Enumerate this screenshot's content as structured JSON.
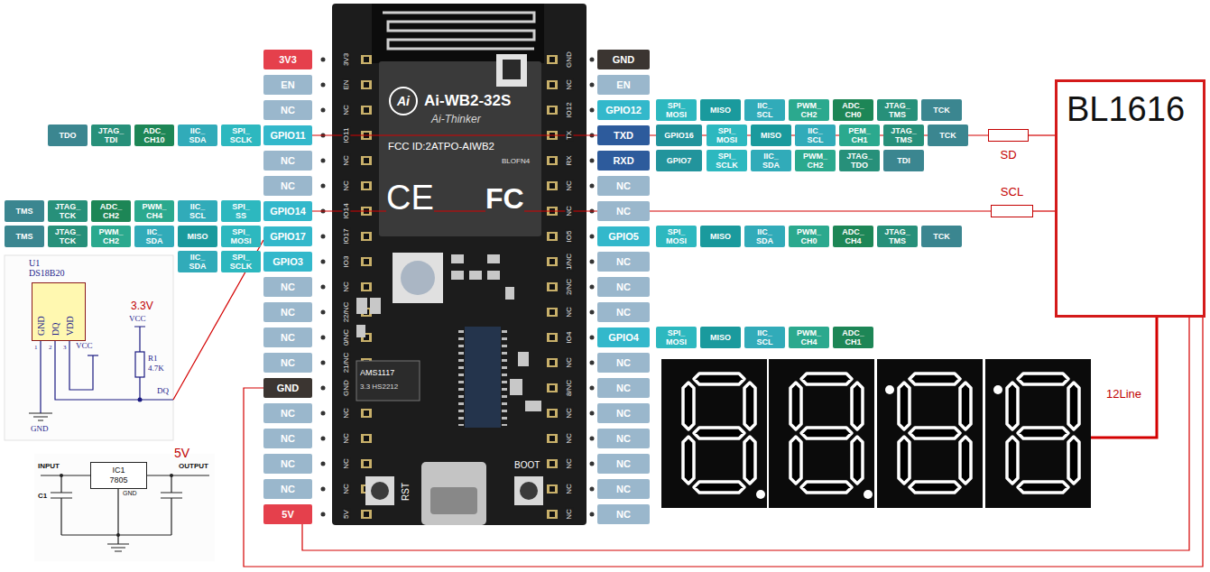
{
  "diagram": {
    "nodes": [
      {
        "text": [
          "3V3"
        ]
      },
      {
        "text": [
          "GND"
        ]
      },
      {
        "text": [
          "EN"
        ]
      },
      {
        "text": [
          "EN"
        ]
      },
      {
        "text": [
          "BL1616"
        ]
      },
      {
        "text": [
          "NC"
        ]
      },
      {
        "text": [
          "GPIO12"
        ]
      },
      {
        "text": [
          "SPI_ MOSI"
        ]
      },
      {
        "text": [
          "MISO"
        ]
      },
      {
        "text": [
          "IIC_ SCL"
        ]
      },
      {
        "text": [
          "PWM_ CH2"
        ]
      },
      {
        "text": [
          "ADC_ CH0"
        ]
      },
      {
        "text": [
          "JTAG_ TMS"
        ]
      },
      {
        "text": [
          "TCK"
        ]
      },
      {
        "text": [
          "TDO"
        ]
      },
      {
        "text": [
          "JTAG_ TDI"
        ]
      },
      {
        "text": [
          "ADC_ CH10"
        ]
      },
      {
        "text": [
          "IIC_ SDA"
        ]
      },
      {
        "text": [
          "SPI_ SCLK"
        ]
      },
      {
        "text": [
          "GPIO11"
        ]
      },
      {
        "text": [
          "TXD"
        ]
      },
      {
        "text": [
          "GPIO16"
        ]
      },
      {
        "text": [
          "SPI_ MOSI"
        ]
      },
      {
        "text": [
          "MISO"
        ]
      },
      {
        "text": [
          "IIC_ SCL"
        ]
      },
      {
        "text": [
          "PEM_ CH1"
        ]
      },
      {
        "text": [
          "JTAG_ TMS"
        ]
      },
      {
        "text": [
          "TCK"
        ]
      },
      {
        "text": [
          "SD"
        ]
      },
      {
        "text": [
          "NC"
        ]
      },
      {
        "text": [
          "RXD"
        ]
      },
      {
        "text": [
          "GPIO7"
        ]
      },
      {
        "text": [
          "SPI_ SCLK"
        ]
      },
      {
        "text": [
          "IIC_ SDA"
        ]
      },
      {
        "text": [
          "PWM_ CH2"
        ]
      },
      {
        "text": [
          "JTAG_ TDO"
        ]
      },
      {
        "text": [
          "TDI"
        ]
      },
      {
        "text": [
          "NC"
        ]
      },
      {
        "text": [
          "NC"
        ]
      },
      {
        "text": [
          "TMS"
        ]
      },
      {
        "text": [
          "JTAG_ TCK"
        ]
      },
      {
        "text": [
          "ADC_ CH2"
        ]
      },
      {
        "text": [
          "PWM_ CH4"
        ]
      },
      {
        "text": [
          "IIC_ SCL"
        ]
      },
      {
        "text": [
          "SPI_ SS"
        ]
      },
      {
        "text": [
          "GPIO14"
        ]
      },
      {
        "text": [
          "NC"
        ]
      },
      {
        "text": [
          "SCL"
        ]
      },
      {
        "text": [
          "TMS"
        ]
      },
      {
        "text": [
          "JTAG_ TCK"
        ]
      },
      {
        "text": [
          "PWM_ CH2"
        ]
      },
      {
        "text": [
          "IIC_ SDA"
        ]
      },
      {
        "text": [
          "MISO"
        ]
      },
      {
        "text": [
          "SPI_ MOSI"
        ]
      },
      {
        "text": [
          "GPIO17"
        ]
      },
      {
        "text": [
          "GPIO5"
        ]
      },
      {
        "text": [
          "SPI_ MOSI"
        ]
      },
      {
        "text": [
          "MISO"
        ]
      },
      {
        "text": [
          "IIC_ SDA"
        ]
      },
      {
        "text": [
          "PWM_ CH0"
        ]
      },
      {
        "text": [
          "ADC_ CH4"
        ]
      },
      {
        "text": [
          "JTAG_ TMS"
        ]
      },
      {
        "text": [
          "TCK"
        ]
      },
      {
        "text": [
          "IIC_ SDA"
        ]
      },
      {
        "text": [
          "SPI_ SCLK"
        ]
      },
      {
        "text": [
          "GPIO3"
        ]
      },
      {
        "text": [
          "NC"
        ]
      },
      {
        "text": [
          "U1",
          "DS18B20"
        ]
      },
      {
        "text": [
          "GND",
          "DQ",
          "VDD"
        ],
        "in": 67
      },
      {
        "text": [
          "NC"
        ]
      },
      {
        "text": [
          "NC"
        ]
      },
      {
        "text": [
          "NC"
        ]
      },
      {
        "text": [
          "NC"
        ]
      },
      {
        "text": [
          "NC"
        ]
      },
      {
        "text": [
          "GPIO4"
        ]
      },
      {
        "text": [
          "SPI_ MOSI"
        ]
      },
      {
        "text": [
          "MISO"
        ]
      },
      {
        "text": [
          "IIC_ SCL"
        ]
      },
      {
        "text": [
          "PWM_ CH4"
        ]
      },
      {
        "text": [
          "ADC_ CH1"
        ]
      },
      {
        "text": [
          "NC"
        ]
      },
      {
        "text": [
          "NC"
        ]
      },
      {
        "text": [
          "GND"
        ]
      },
      {
        "text": [
          "NC"
        ]
      },
      {
        "text": [
          "NC"
        ]
      },
      {
        "text": [
          "NC"
        ]
      },
      {
        "text": [
          "NC"
        ]
      },
      {
        "text": [
          "NC"
        ]
      },
      {
        "text": [
          "NC"
        ]
      },
      {
        "text": [
          "NC"
        ]
      },
      {
        "text": [
          "IC1",
          "7805"
        ]
      },
      {
        "text": [
          "NC"
        ]
      },
      {
        "text": [
          "NC"
        ]
      },
      {
        "text": [
          "5V"
        ]
      },
      {
        "text": [
          "NC"
        ]
      }
    ],
    "edges": [
      {
        "from": 19,
        "to": 28,
        "arrow": "none"
      },
      {
        "from": 28,
        "to": 4,
        "arrow": "none"
      },
      {
        "from": 45,
        "to": 47,
        "arrow": "none"
      },
      {
        "from": 47,
        "to": 4,
        "arrow": "none"
      },
      {
        "from": 67,
        "to": 54,
        "arrow": "none"
      },
      {
        "from": 82,
        "to": 4,
        "arrow": "none"
      },
      {
        "from": 93,
        "to": 4,
        "arrow": "none"
      }
    ],
    "labels": [
      "Ai",
      "Ai-WB2-32S",
      "Ai-Thinker",
      "FCC ID:2ATPO-AIWB2",
      "BLOFN4",
      "CE",
      "FC",
      "AMS1117",
      "3.3 HS2212",
      "RST",
      "BOOT",
      "3V3",
      "EN",
      "NC",
      "IO11",
      "NC",
      "NC",
      "IO14",
      "IO17",
      "IO3",
      "NC",
      "22/NC",
      "0/NC",
      "21/NC",
      "GND",
      "NC",
      "NC",
      "NC",
      "NC",
      "5V",
      "GND",
      "NC",
      "IO12",
      "TX",
      "RX",
      "NC",
      "NC",
      "IO5",
      "1/NC",
      "2/NC",
      "NC",
      "IO4",
      "NC",
      "8/NC",
      "NC",
      "NC",
      "NC",
      "NC",
      "NC",
      "1",
      "2",
      "3",
      "VCC",
      "3.3V",
      "VCC",
      "R1",
      "4.7K",
      "DQ",
      "GND",
      "5V",
      "INPUT",
      "OUTPUT",
      "C1",
      "GND",
      "12Line"
    ]
  }
}
